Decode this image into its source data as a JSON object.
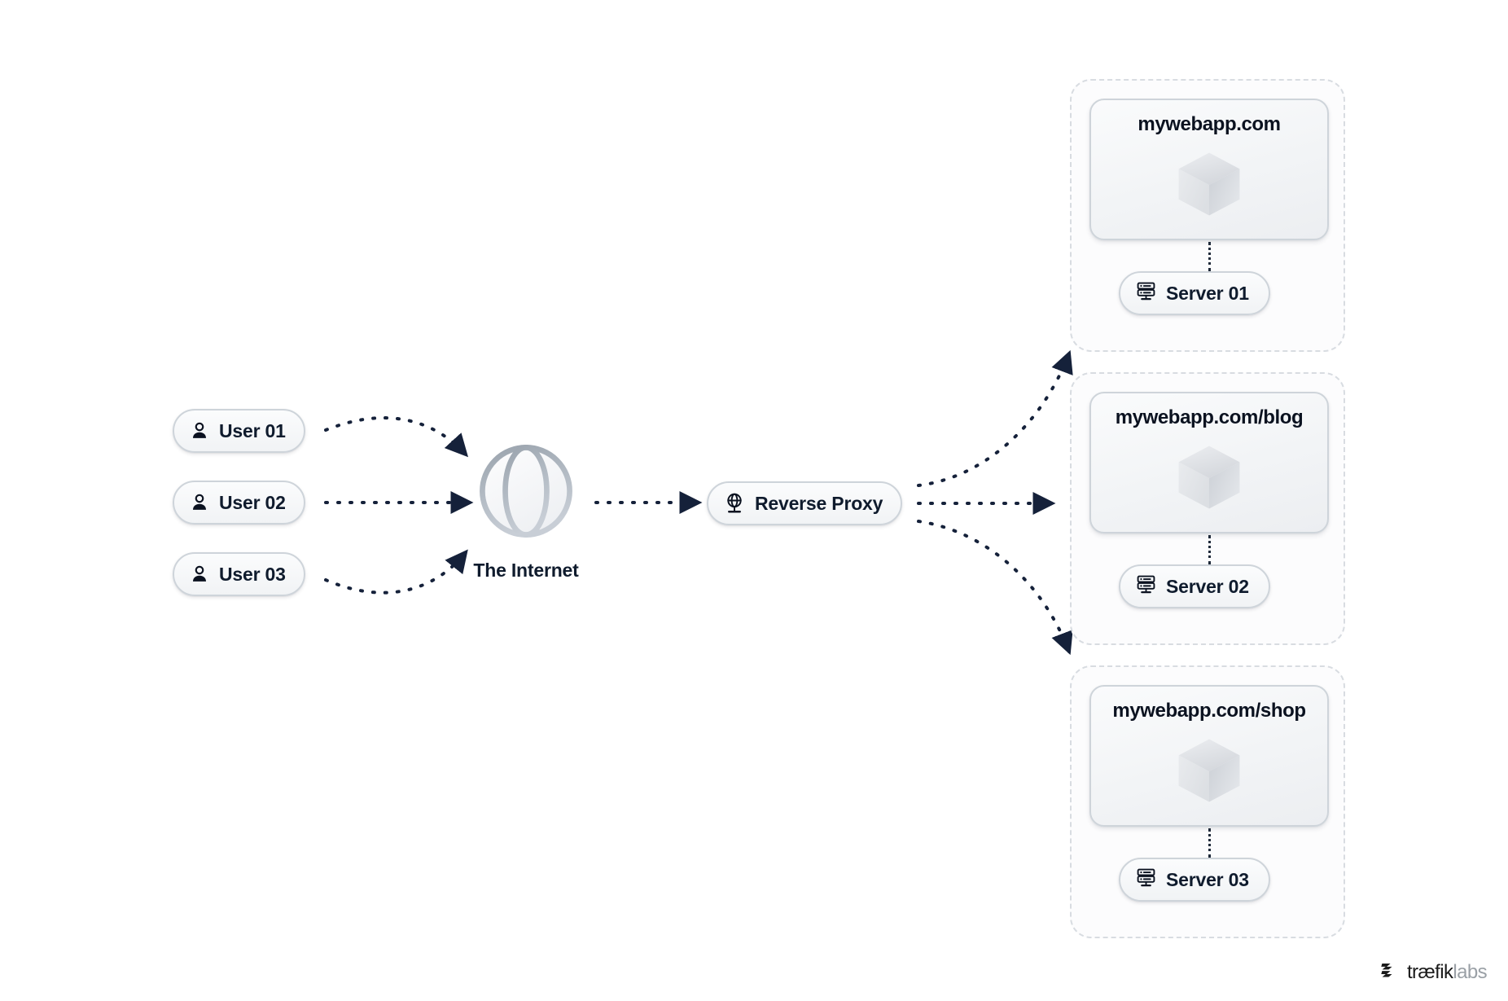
{
  "diagram": {
    "title": "Reverse Proxy routing diagram",
    "background": "#ffffff",
    "accent_dark": "#0f1b2d",
    "edge_color": "#1f2a3a",
    "border_color": "#ced4da",
    "dashed_border_color": "#d8dce1"
  },
  "users": [
    {
      "label": "User 01",
      "icon": "user-icon"
    },
    {
      "label": "User 02",
      "icon": "user-icon"
    },
    {
      "label": "User 03",
      "icon": "user-icon"
    }
  ],
  "internet": {
    "label": "The Internet",
    "icon": "globe-icon"
  },
  "proxy": {
    "label": "Reverse Proxy",
    "icon": "network-globe-icon"
  },
  "services": [
    {
      "app_title": "mywebapp.com",
      "app_icon": "cube-icon",
      "server_label": "Server 01",
      "server_icon": "server-rack-icon"
    },
    {
      "app_title": "mywebapp.com/blog",
      "app_icon": "cube-icon",
      "server_label": "Server 02",
      "server_icon": "server-rack-icon"
    },
    {
      "app_title": "mywebapp.com/shop",
      "app_icon": "cube-icon",
      "server_label": "Server 03",
      "server_icon": "server-rack-icon"
    }
  ],
  "brand": {
    "name_dark": "træfik",
    "name_light": "labs",
    "icon": "traefik-layers-icon"
  }
}
